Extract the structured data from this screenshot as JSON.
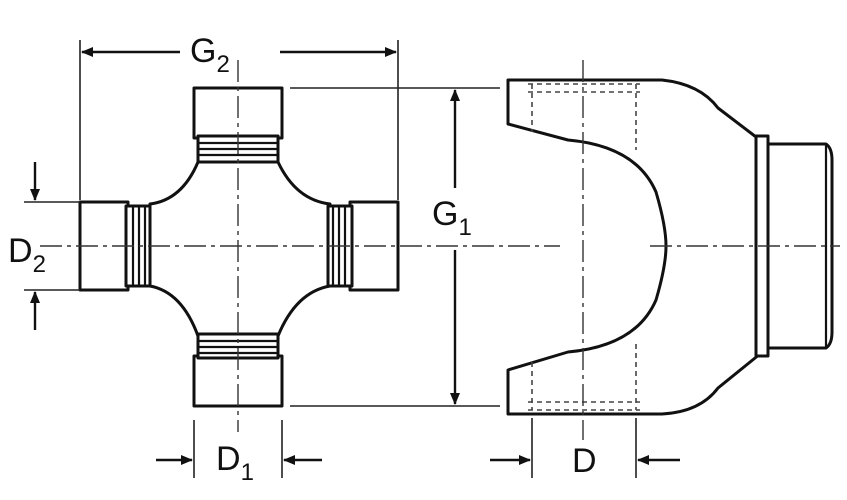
{
  "labels": {
    "g2": {
      "main": "G",
      "sub": "2"
    },
    "g1": {
      "main": "G",
      "sub": "1"
    },
    "d2": {
      "main": "D",
      "sub": "2"
    },
    "d1": {
      "main": "D",
      "sub": "1"
    },
    "d": {
      "main": "D"
    }
  },
  "colors": {
    "line": "#111111",
    "background": "#ffffff"
  }
}
